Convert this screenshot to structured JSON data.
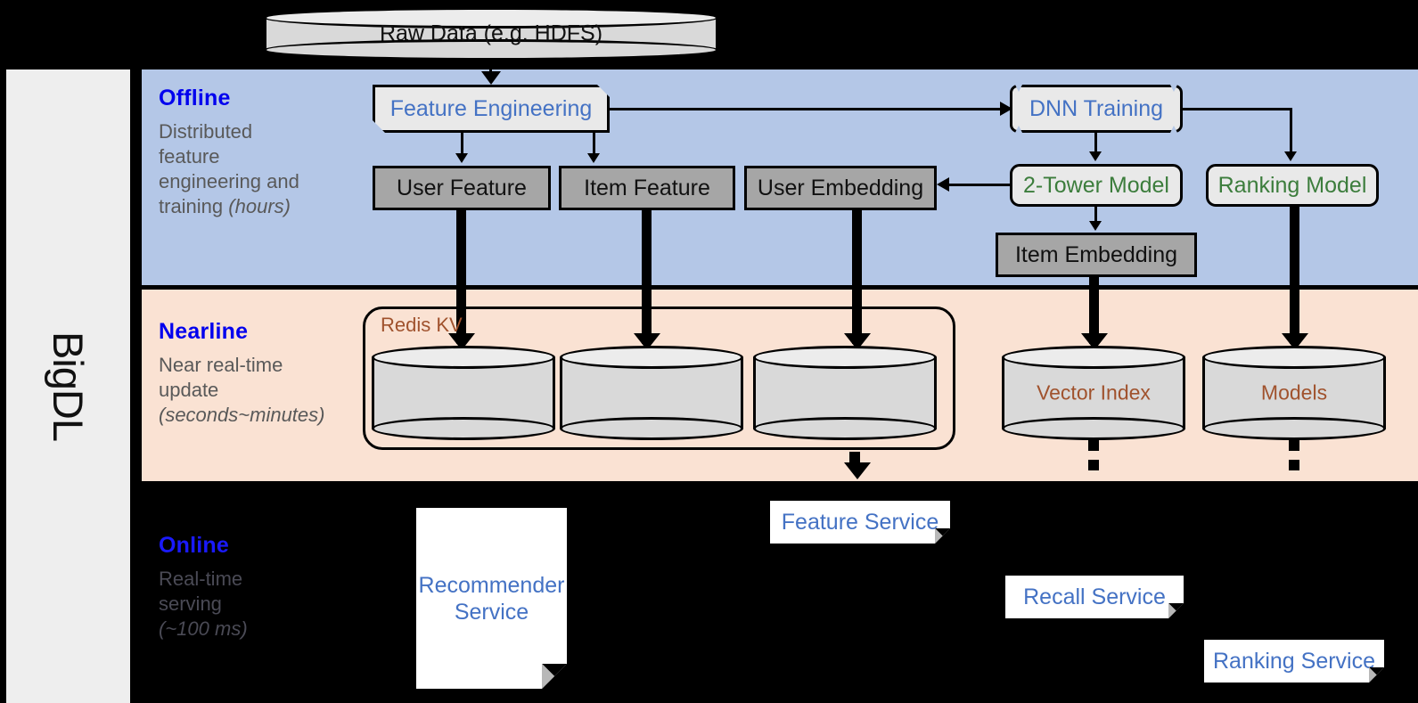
{
  "platform": {
    "name": "BigDL"
  },
  "source": {
    "label": "Raw Data (e.g. HDFS)",
    "icon": "cylinder-database-icon"
  },
  "bands": {
    "offline": {
      "title": "Offline",
      "subtitle_line1": "Distributed",
      "subtitle_line2": "feature",
      "subtitle_line3": "engineering and",
      "subtitle_line4": "training ",
      "subtitle_italic": "(hours)",
      "background": "#b4c7e7"
    },
    "nearline": {
      "title": "Nearline",
      "subtitle_line1": "Near real-time",
      "subtitle_line2": "update",
      "subtitle_italic": "(seconds~minutes)",
      "background": "#fae2d3"
    },
    "online": {
      "title": "Online",
      "subtitle_line1": "Real-time",
      "subtitle_line2": "serving",
      "subtitle_italic": "(~100 ms)",
      "background": "#000000"
    }
  },
  "offline": {
    "feature_engineering": "Feature Engineering",
    "dnn_training": "DNN Training",
    "two_tower_model": "2-Tower Model",
    "ranking_model": "Ranking Model",
    "user_feature": "User Feature",
    "item_feature": "Item Feature",
    "user_embedding": "User Embedding",
    "item_embedding": "Item Embedding"
  },
  "nearline": {
    "redis_kv": "Redis KV",
    "store_user_feature": "",
    "store_item_feature": "",
    "store_user_embedding": "",
    "vector_index": "Vector Index",
    "models": "Models"
  },
  "online": {
    "recommender_service": "Recommender Service",
    "feature_service": "Feature Service",
    "recall_service": "Recall Service",
    "ranking_service": "Ranking Service"
  },
  "colors": {
    "band_title": "#0000ee",
    "process_text": "#4472c4",
    "model_text": "#3c7d3c",
    "store_text": "#a0522d",
    "data_box_fill": "#a6a6a6",
    "process_fill": "#e9e9e9"
  }
}
